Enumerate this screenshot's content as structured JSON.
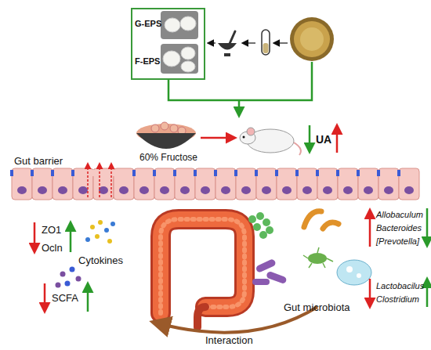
{
  "diagram": {
    "nodes": [
      {
        "text": [
          "G-EPS",
          "F-EPS"
        ]
      }
    ],
    "labels": [
      "60% Fructose",
      "UA",
      "Gut barrier",
      "ZO1",
      "Ocln",
      "Cytokines",
      "SCFA",
      "Interaction",
      "Gut microbiota",
      "Allobaculum",
      "Bacteroides",
      "[Prevotella]",
      "Lactobacilus",
      "Clostridium"
    ]
  }
}
